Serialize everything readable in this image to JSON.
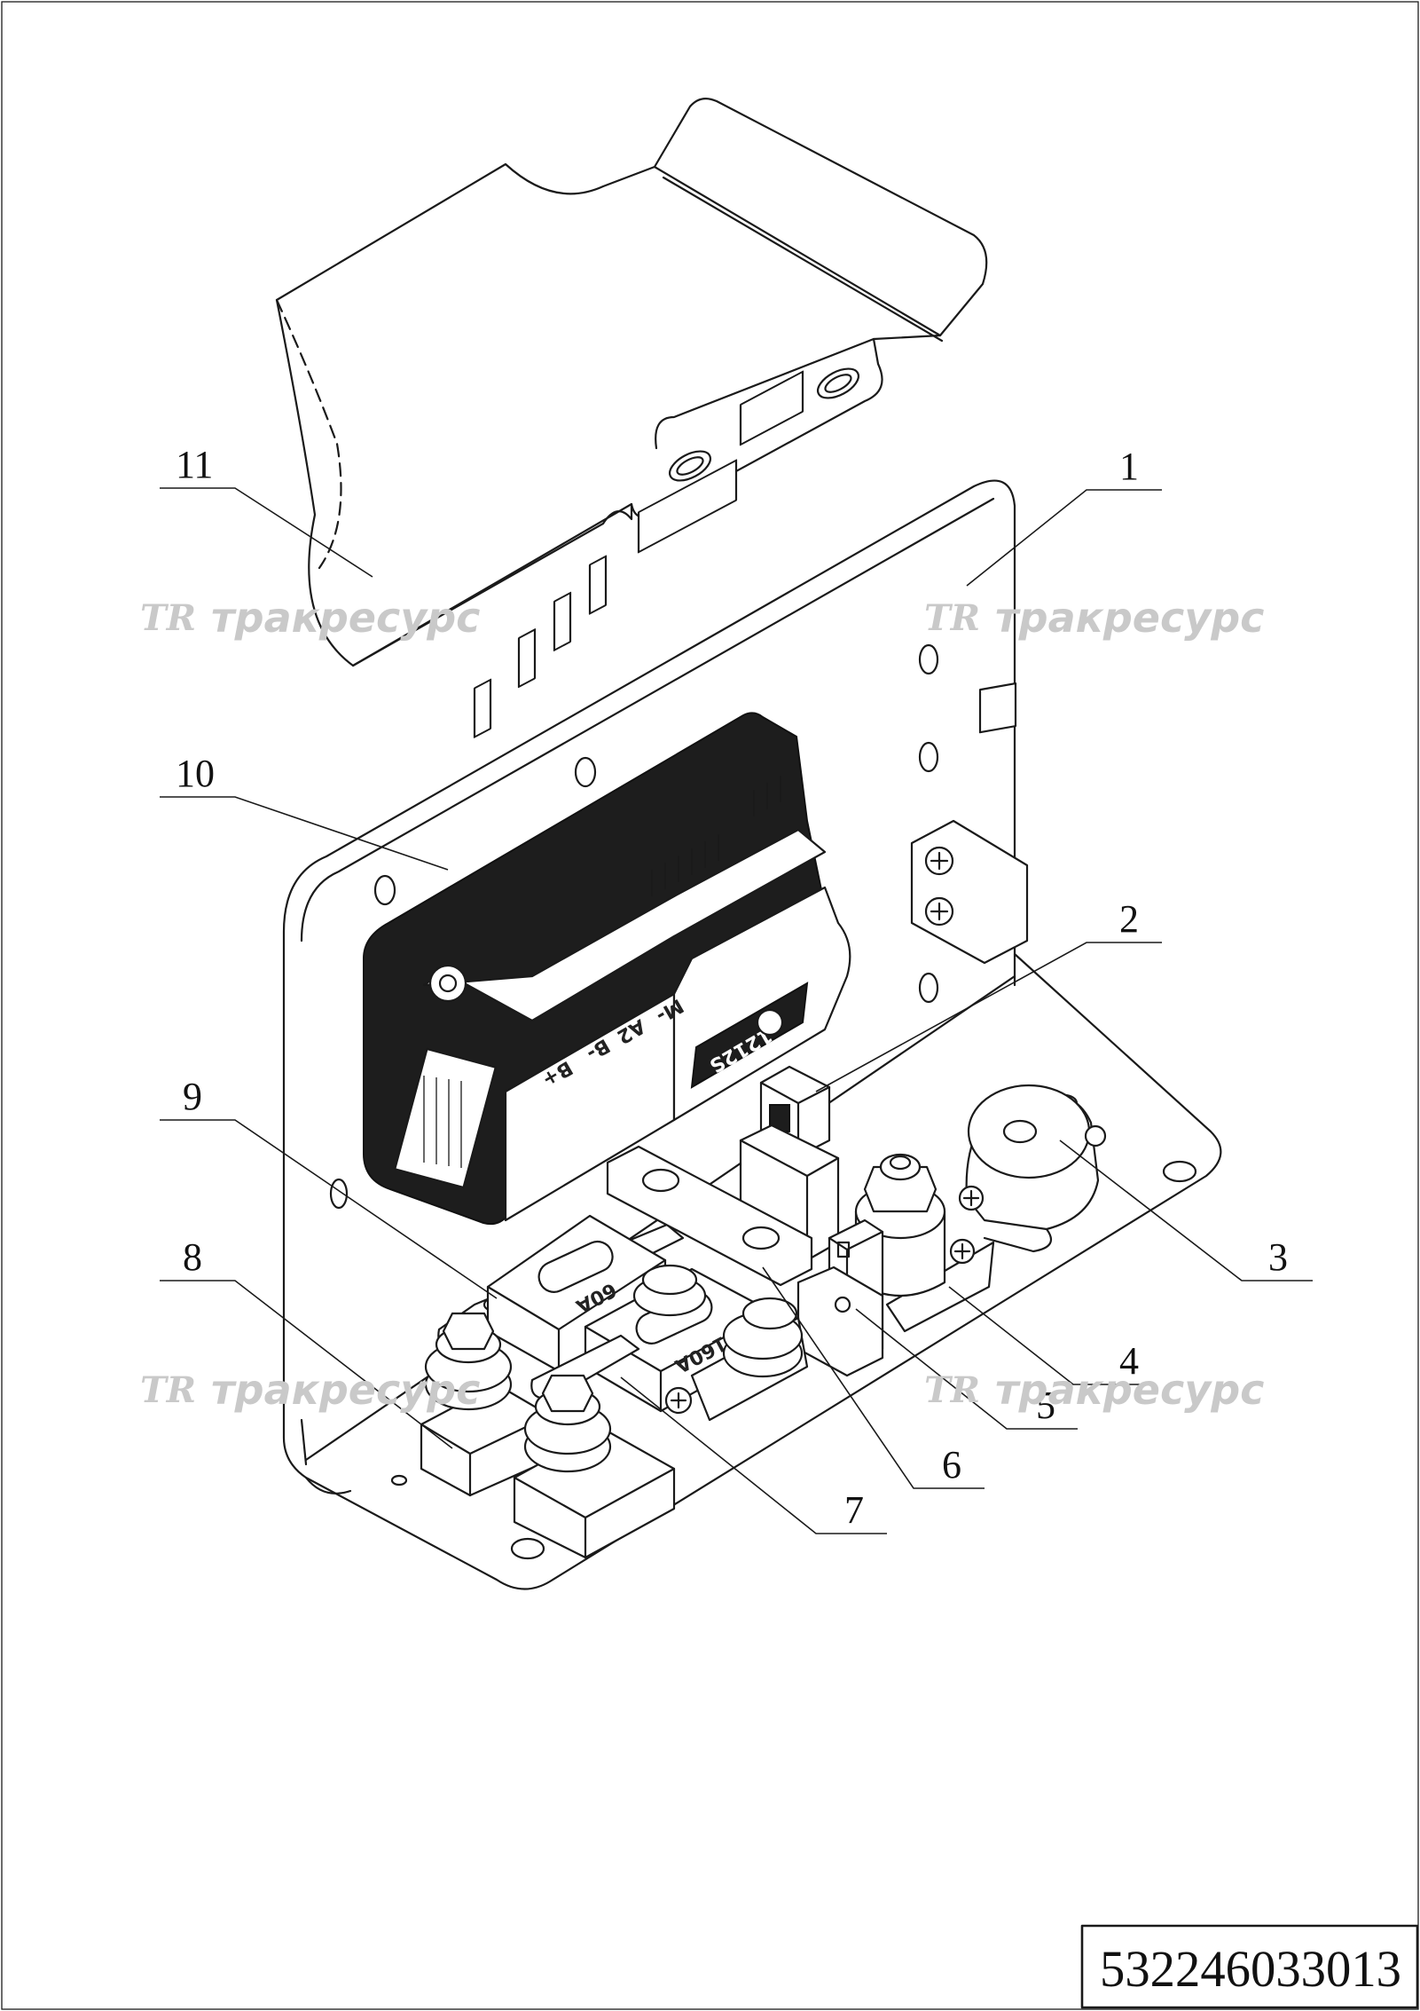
{
  "callouts": [
    {
      "id": "1",
      "label": "1"
    },
    {
      "id": "2",
      "label": "2"
    },
    {
      "id": "3",
      "label": "3"
    },
    {
      "id": "4",
      "label": "4"
    },
    {
      "id": "5",
      "label": "5"
    },
    {
      "id": "6",
      "label": "6"
    },
    {
      "id": "7",
      "label": "7"
    },
    {
      "id": "8",
      "label": "8"
    },
    {
      "id": "9",
      "label": "9"
    },
    {
      "id": "10",
      "label": "10"
    },
    {
      "id": "11",
      "label": "11"
    }
  ],
  "watermark": {
    "logo": "TR",
    "text": "тракресурс"
  },
  "part_markings": {
    "controller_model": "1212S",
    "terminal_labels": [
      "B+",
      "B-",
      "A2",
      "M-"
    ],
    "fuse_left": "60A",
    "fuse_right": "160A"
  },
  "document_number": "532246033013"
}
